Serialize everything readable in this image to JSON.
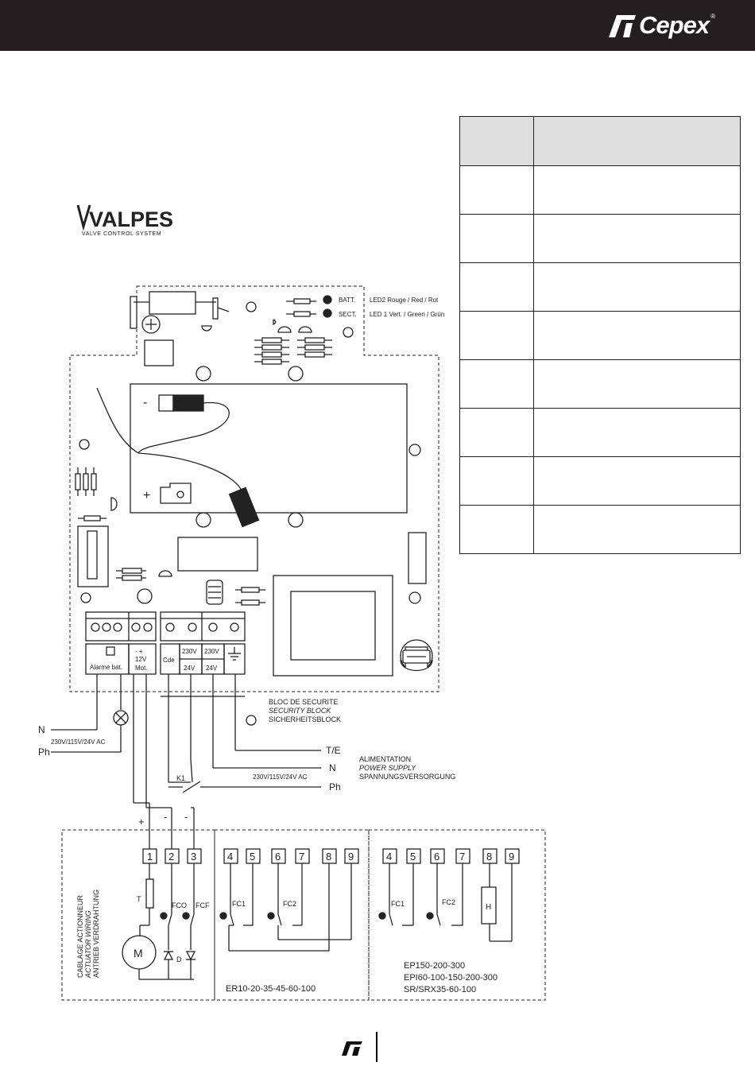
{
  "header": {
    "brand": "Cepex",
    "registered": "®"
  },
  "valpes_logo": {
    "name": "VALPES",
    "tagline": "VALVE CONTROL SYSTEM"
  },
  "board": {
    "leds": [
      {
        "code": "BATT.",
        "label": "LED2 Rouge / Red / Rot"
      },
      {
        "code": "SECT.",
        "label": "LED 1 Vert. / Green / Grün"
      }
    ],
    "battery_minus": "-",
    "battery_plus": "+",
    "terminals": {
      "alarm": "Alarme bat.",
      "mot_sign": "- +",
      "mot_volt": "12V",
      "mot_label": "Mot.",
      "cde": "Cde",
      "v230a": "230V",
      "v24a": "24V",
      "v230b": "230V",
      "v24b": "24V"
    },
    "security_block": [
      "BLOC DE SECURITE",
      "SECURITY BLOCK",
      "SICHERHEITSBLOCK"
    ]
  },
  "alarm_supply": {
    "n": "N",
    "ph": "Ph",
    "voltage": "230V/115V/24V AC"
  },
  "power_supply": {
    "te": "T/E",
    "n": "N",
    "ph": "Ph",
    "k1": "K1",
    "voltage": "230V/115V/24V AC",
    "title": [
      "ALIMENTATION",
      "POWER SUPPLY",
      "SPANNUNGSVERSORGUNG"
    ]
  },
  "motor_signs": [
    "+",
    "-",
    "-"
  ],
  "actuator": {
    "title": [
      "CABLAGE ACTIONNEUR",
      "ACTUATOR WIRING",
      "ANTRIEB VERDRAHTUNG"
    ],
    "terminals": [
      "1",
      "2",
      "3"
    ],
    "t": "T",
    "fco": "FCO",
    "fcf": "FCF",
    "m": "M",
    "d": "D"
  },
  "er_group": {
    "terminals": [
      "4",
      "5",
      "6",
      "7",
      "8",
      "9"
    ],
    "fc1": "FC1",
    "fc2": "FC2",
    "model": "ER10-20-35-45-60-100"
  },
  "ep_group": {
    "terminals": [
      "4",
      "5",
      "6",
      "7",
      "8",
      "9"
    ],
    "fc1": "FC1",
    "fc2": "FC2",
    "h": "H",
    "models": [
      "EP150-200-300",
      "EPI60-100-150-200-300",
      "SR/SRX35-60-100"
    ]
  },
  "legend_table": {
    "rows": 8
  }
}
